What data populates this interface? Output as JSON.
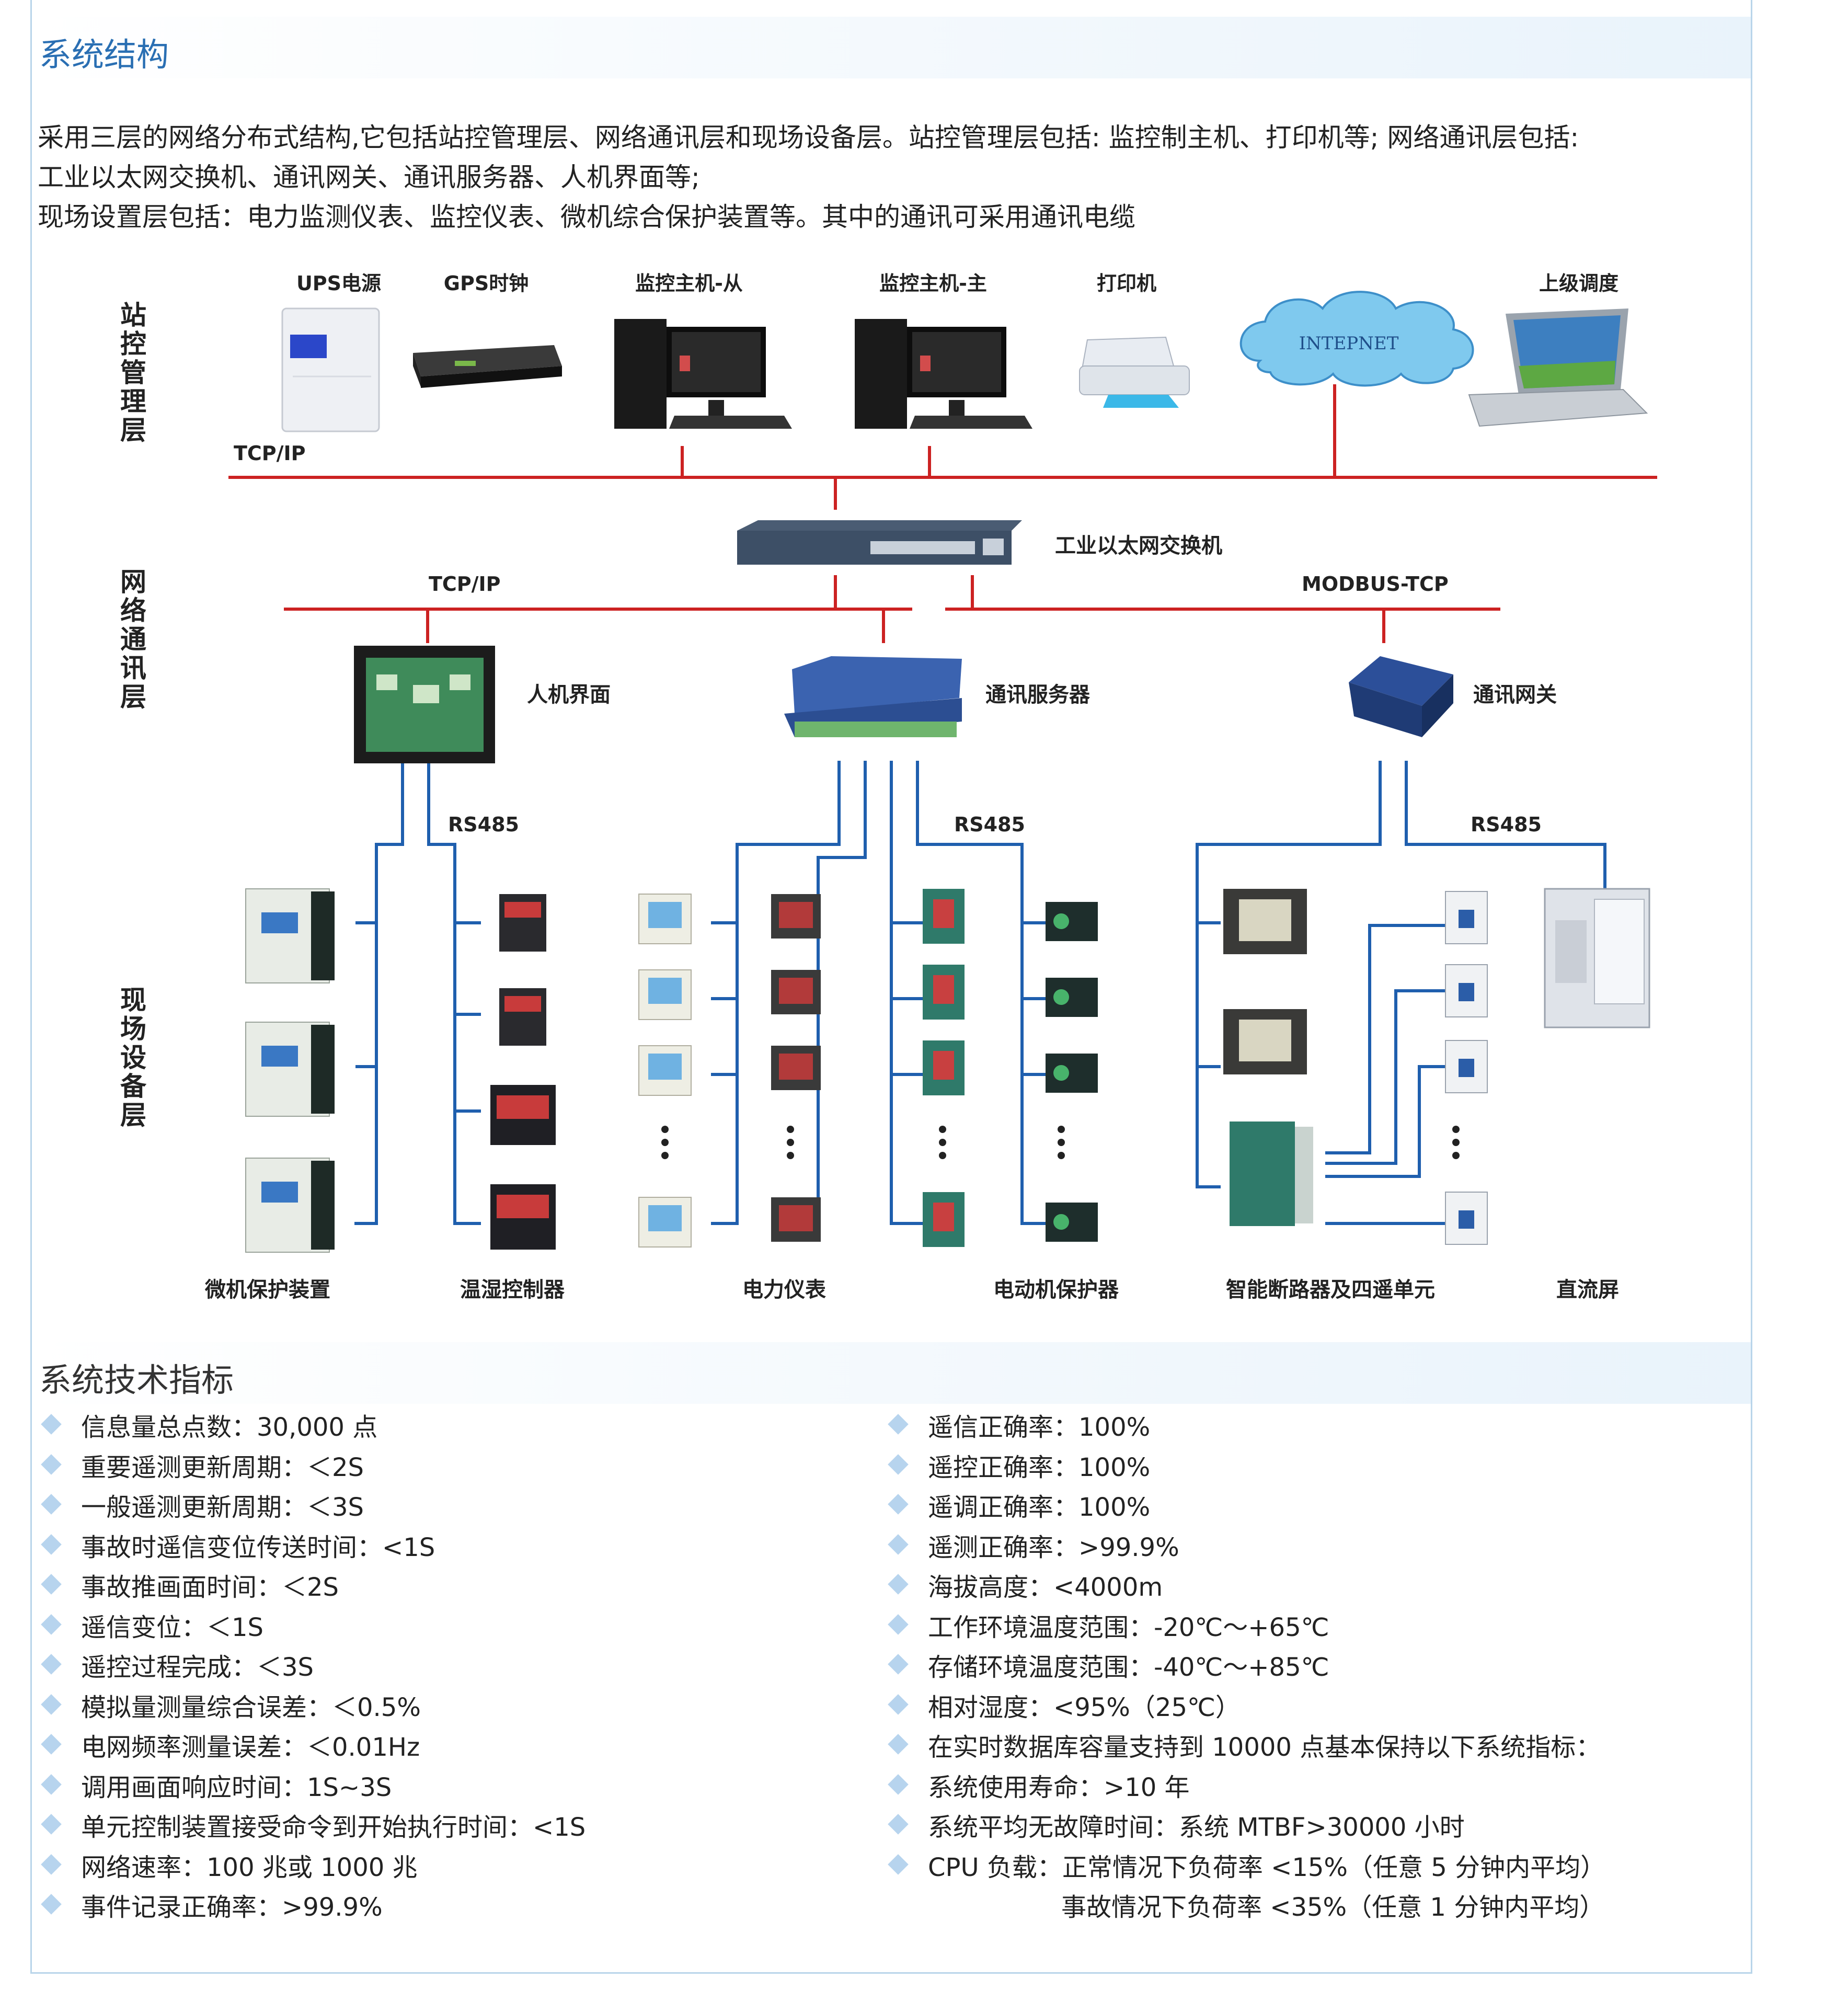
{
  "section1": {
    "title": "系统结构"
  },
  "intro": [
    "采用三层的网络分布式结构,它包括站控管理层、网络通讯层和现场设备层。站控管理层包括: 监控制主机、打印机等; 网络通讯层包括:",
    "工业以太网交换机、通讯网关、通讯服务器、人机界面等;",
    "现场设置层包括：电力监测仪表、监控仪表、微机综合保护装置等。其中的通讯可采用通讯电缆"
  ],
  "layers": {
    "station": "站控管理层",
    "network": "网络通讯层",
    "field": "现场设备层"
  },
  "devices": {
    "ups": "UPS电源",
    "gps": "GPS时钟",
    "host_slave": "监控主机-从",
    "host_master": "监控主机-主",
    "printer": "打印机",
    "cloud": "INTEPNET",
    "upper": "上级调度",
    "switch": "工业以太网交换机",
    "hmi": "人机界面",
    "server": "通讯服务器",
    "gateway": "通讯网关"
  },
  "protocols": {
    "tcp1": "TCP/IP",
    "tcp2": "TCP/IP",
    "modbus": "MODBUS-TCP",
    "rs1": "RS485",
    "rs2": "RS485",
    "rs3": "RS485"
  },
  "categories": {
    "c1": "微机保护装置",
    "c2": "温湿控制器",
    "c3": "电力仪表",
    "c4": "电动机保护器",
    "c5": "智能断路器及四遥单元",
    "c6": "直流屏"
  },
  "colors": {
    "ethernet_line": "#cc2222",
    "rs485_line": "#1f5fae",
    "accent": "#2a6fb3"
  },
  "section2": {
    "title": "系统技术指标"
  },
  "specs_left": [
    "信息量总点数：30,000 点",
    "重要遥测更新周期：＜2S",
    "一般遥测更新周期：＜3S",
    "事故时遥信变位传送时间：<1S",
    "事故推画面时间：＜2S",
    "遥信变位：＜1S",
    "遥控过程完成：＜3S",
    "模拟量测量综合误差：＜0.5%",
    "电网频率测量误差：＜0.01Hz",
    "调用画面响应时间：1S~3S",
    "单元控制装置接受命令到开始执行时间：<1S",
    "网络速率：100 兆或 1000 兆",
    "事件记录正确率：>99.9%"
  ],
  "specs_right": [
    "遥信正确率：100%",
    "遥控正确率：100%",
    "遥调正确率：100%",
    "遥测正确率：>99.9%",
    "海拔高度：<4000m",
    "工作环境温度范围：-20℃～+65℃",
    "存储环境温度范围：-40℃～+85℃",
    "相对湿度：<95%（25℃）",
    "在实时数据库容量支持到 10000 点基本保持以下系统指标：",
    "系统使用寿命：>10 年",
    "系统平均无故障时间：系统 MTBF>30000 小时",
    "CPU 负载：正常情况下负荷率 <15%（任意 5 分钟内平均）"
  ],
  "specs_right_extra": "事故情况下负荷率 <35%（任意 1 分钟内平均）"
}
